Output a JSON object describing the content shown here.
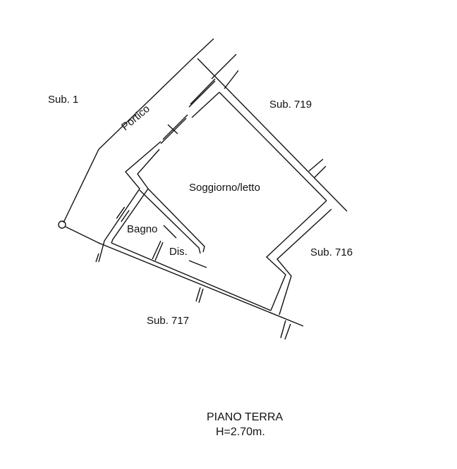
{
  "plan": {
    "neighbors": {
      "sub1": "Sub. 1",
      "sub719": "Sub. 719",
      "sub716": "Sub. 716",
      "sub717": "Sub. 717"
    },
    "rooms": {
      "portico": "Portico",
      "soggiorno": "Soggiorno/letto",
      "bagno": "Bagno",
      "dis": "Dis."
    },
    "floor_title": "PIANO TERRA",
    "height_note": "H=2.70m."
  }
}
